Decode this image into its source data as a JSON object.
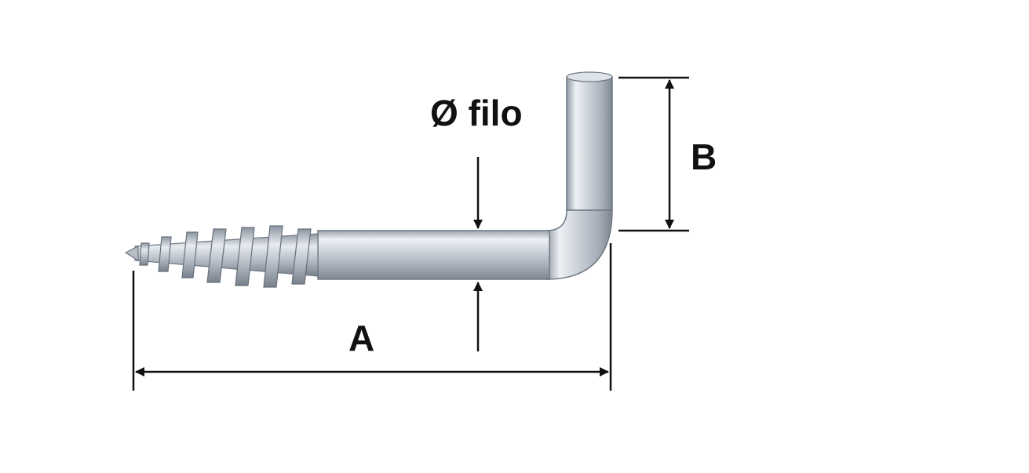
{
  "labels": {
    "wire_diameter": "Ø filo",
    "dimension_a": "A",
    "dimension_b": "B"
  },
  "colors": {
    "background": "#ffffff",
    "dimension_line": "#111111",
    "metal_dark": "#8e98a5",
    "metal_mid": "#c7cdd6",
    "metal_light": "#f4f6f9"
  },
  "icons": {
    "product": "l-hook-screw-icon",
    "arrow": "arrowhead-icon"
  }
}
